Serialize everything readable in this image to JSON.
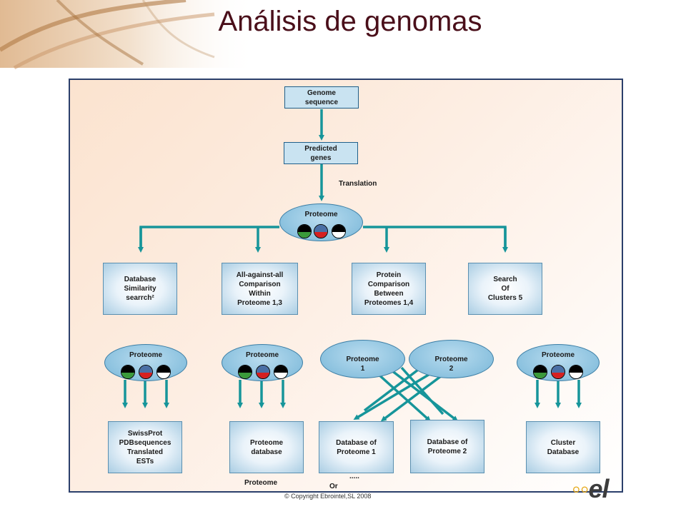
{
  "title": "Análisis de genomas",
  "footer": {
    "copyright": "© Copyright Ebrointel,SL 2008",
    "logo": "el"
  },
  "colors": {
    "arrow": "#16959a",
    "title": "#4a0f1a",
    "panel_border": "#2b3f6b"
  },
  "diagram": {
    "genome_sequence": "Genome\nsequence",
    "predicted_genes": "Predicted\ngenes",
    "translation_label": "Translation",
    "proteome_main": "Proteome",
    "db_similarity": "Database\nSimilarity\nsearrch²",
    "all_against_all": "All-against-all\nComparison\nWithin\nProteome 1,3",
    "protein_comparison": "Protein\nComparison\nBetween\nProteomes 1,4",
    "search_clusters": "Search\nOf\nClusters 5",
    "proteome_a": "Proteome",
    "proteome_b": "Proteome",
    "proteome_1": "Proteome\n1",
    "proteome_2": "Proteome\n2",
    "proteome_e": "Proteome",
    "swissprot": "SwissProt\nPDBsequences\nTranslated\nESTs",
    "proteome_database": "Proteome\ndatabase",
    "database_proteome_1": "Database of\nProteome 1",
    "database_proteome_2": "Database of\nProteome 2",
    "cluster_database": "Cluster\nDatabase",
    "bottom_proteome": "Proteome",
    "dots": ".....",
    "or": "Or"
  }
}
